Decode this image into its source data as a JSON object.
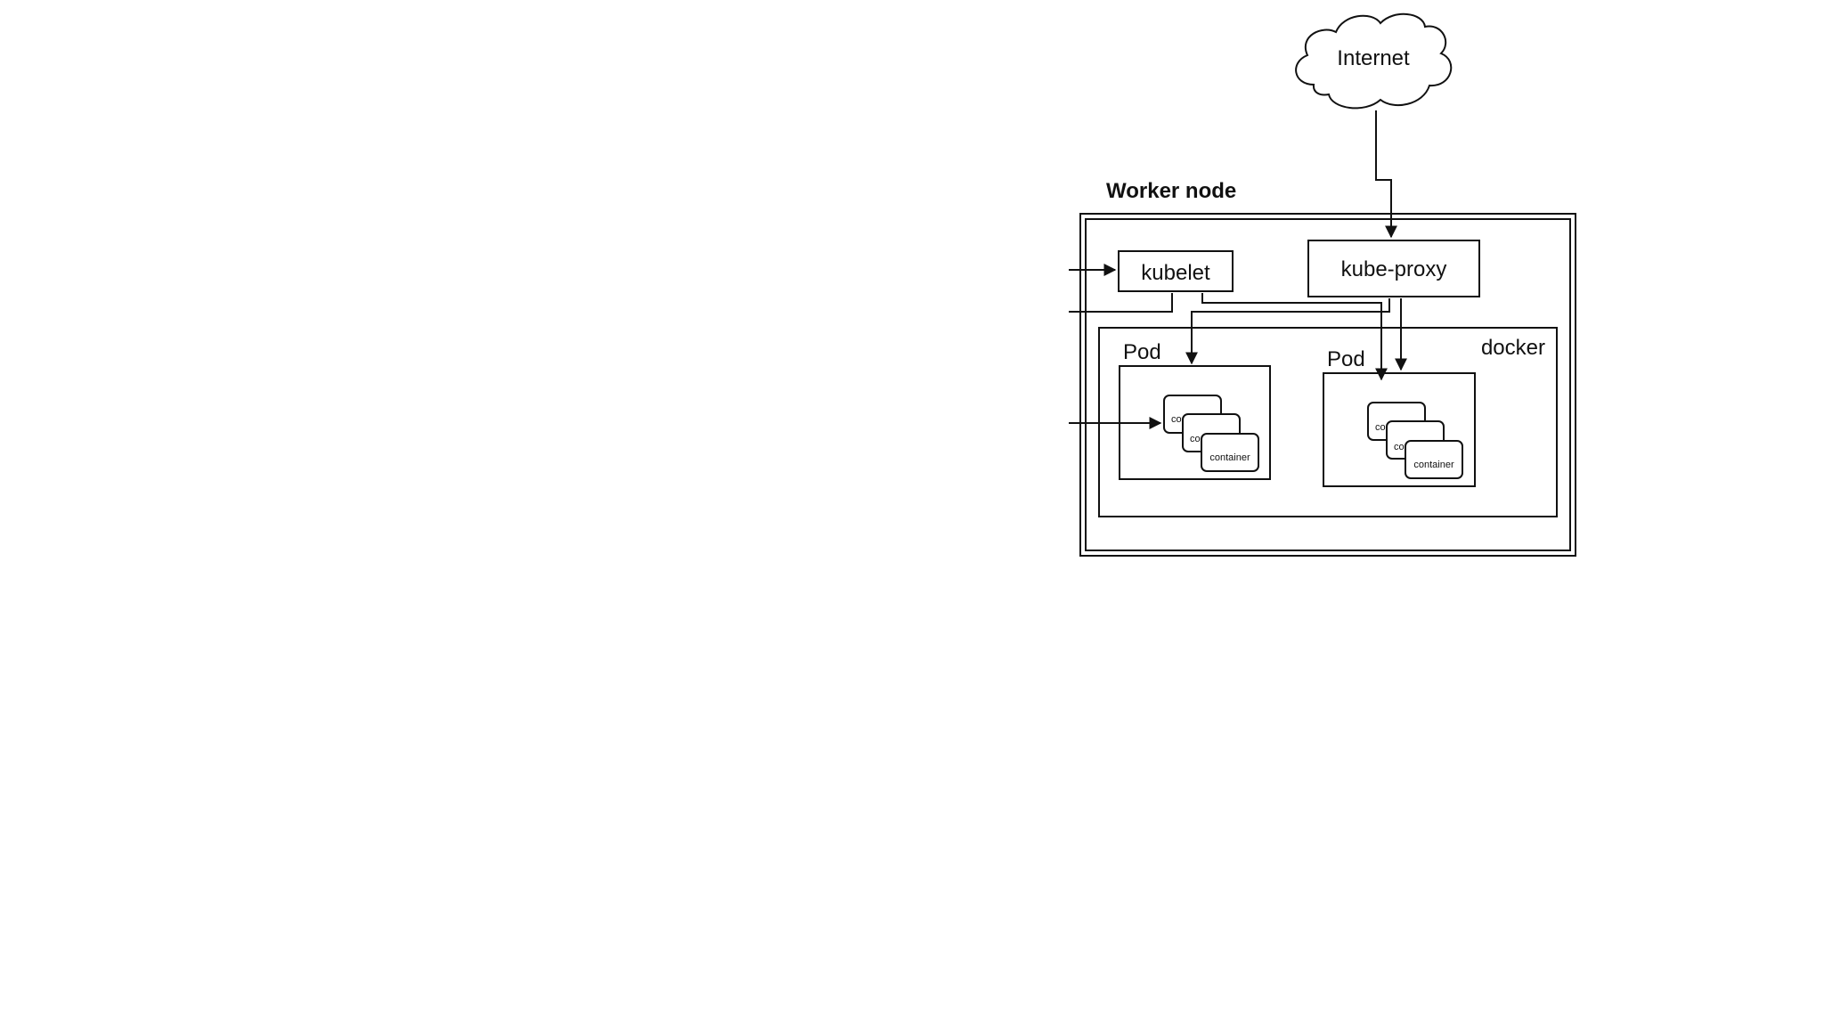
{
  "diagram": {
    "title": "Worker node",
    "internet": "Internet",
    "kubelet": "kubelet",
    "kube_proxy": "kube-proxy",
    "docker": "docker",
    "pods": [
      {
        "label": "Pod",
        "containers": [
          "co",
          "co",
          "container"
        ]
      },
      {
        "label": "Pod",
        "containers": [
          "co",
          "co",
          "container"
        ]
      }
    ]
  }
}
